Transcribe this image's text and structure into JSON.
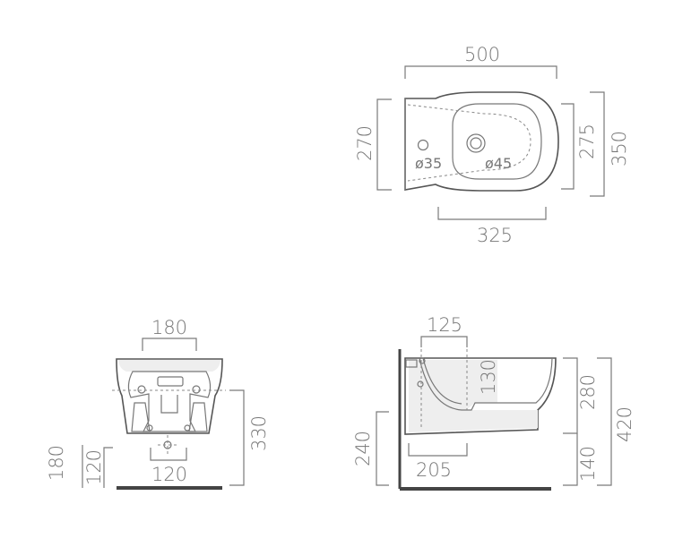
{
  "top_view": {
    "width": "500",
    "depth_left": "270",
    "depth_inner": "275",
    "depth_total": "350",
    "bowl_length": "325",
    "tap_hole": "ø35",
    "drain_hole": "ø45"
  },
  "front_view": {
    "bracket_width": "180",
    "height": "330",
    "fix_spacing": "120",
    "fix_height": "120",
    "floor_height": "180"
  },
  "side_view": {
    "back_depth": "125",
    "bowl_depth": "130",
    "upper_height": "280",
    "total_height": "420",
    "lower_height": "140",
    "wall_height": "240",
    "projection": "205"
  }
}
